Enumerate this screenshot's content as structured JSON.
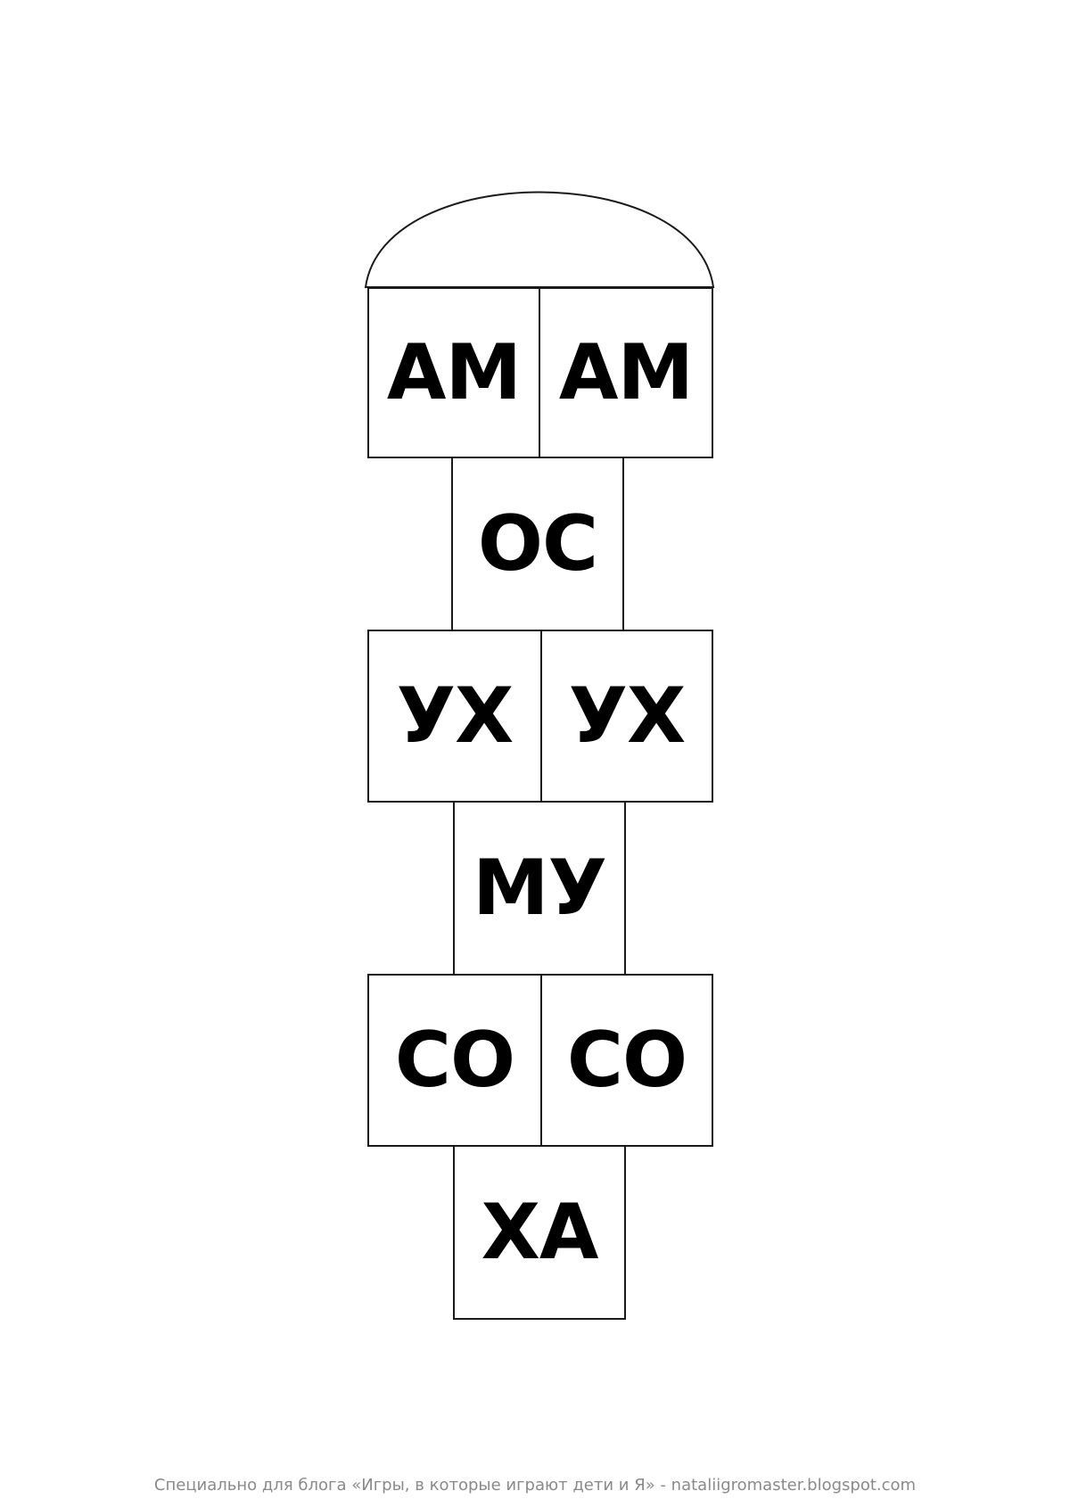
{
  "hopscotch": {
    "row1": {
      "left": "АМ",
      "right": "АМ"
    },
    "row2": {
      "center": "ОС"
    },
    "row3": {
      "left": "УХ",
      "right": "УХ"
    },
    "row4": {
      "center": "МУ"
    },
    "row5": {
      "left": "СО",
      "right": "СО"
    },
    "row6": {
      "center": "ХА"
    }
  },
  "footer": {
    "text": "Специально для блога «Игры, в которые играют дети и Я» - nataliigromaster.blogspot.com"
  },
  "colors": {
    "line": "#1a1a1a",
    "text": "#000000",
    "footer_text": "#8a8a8a"
  }
}
